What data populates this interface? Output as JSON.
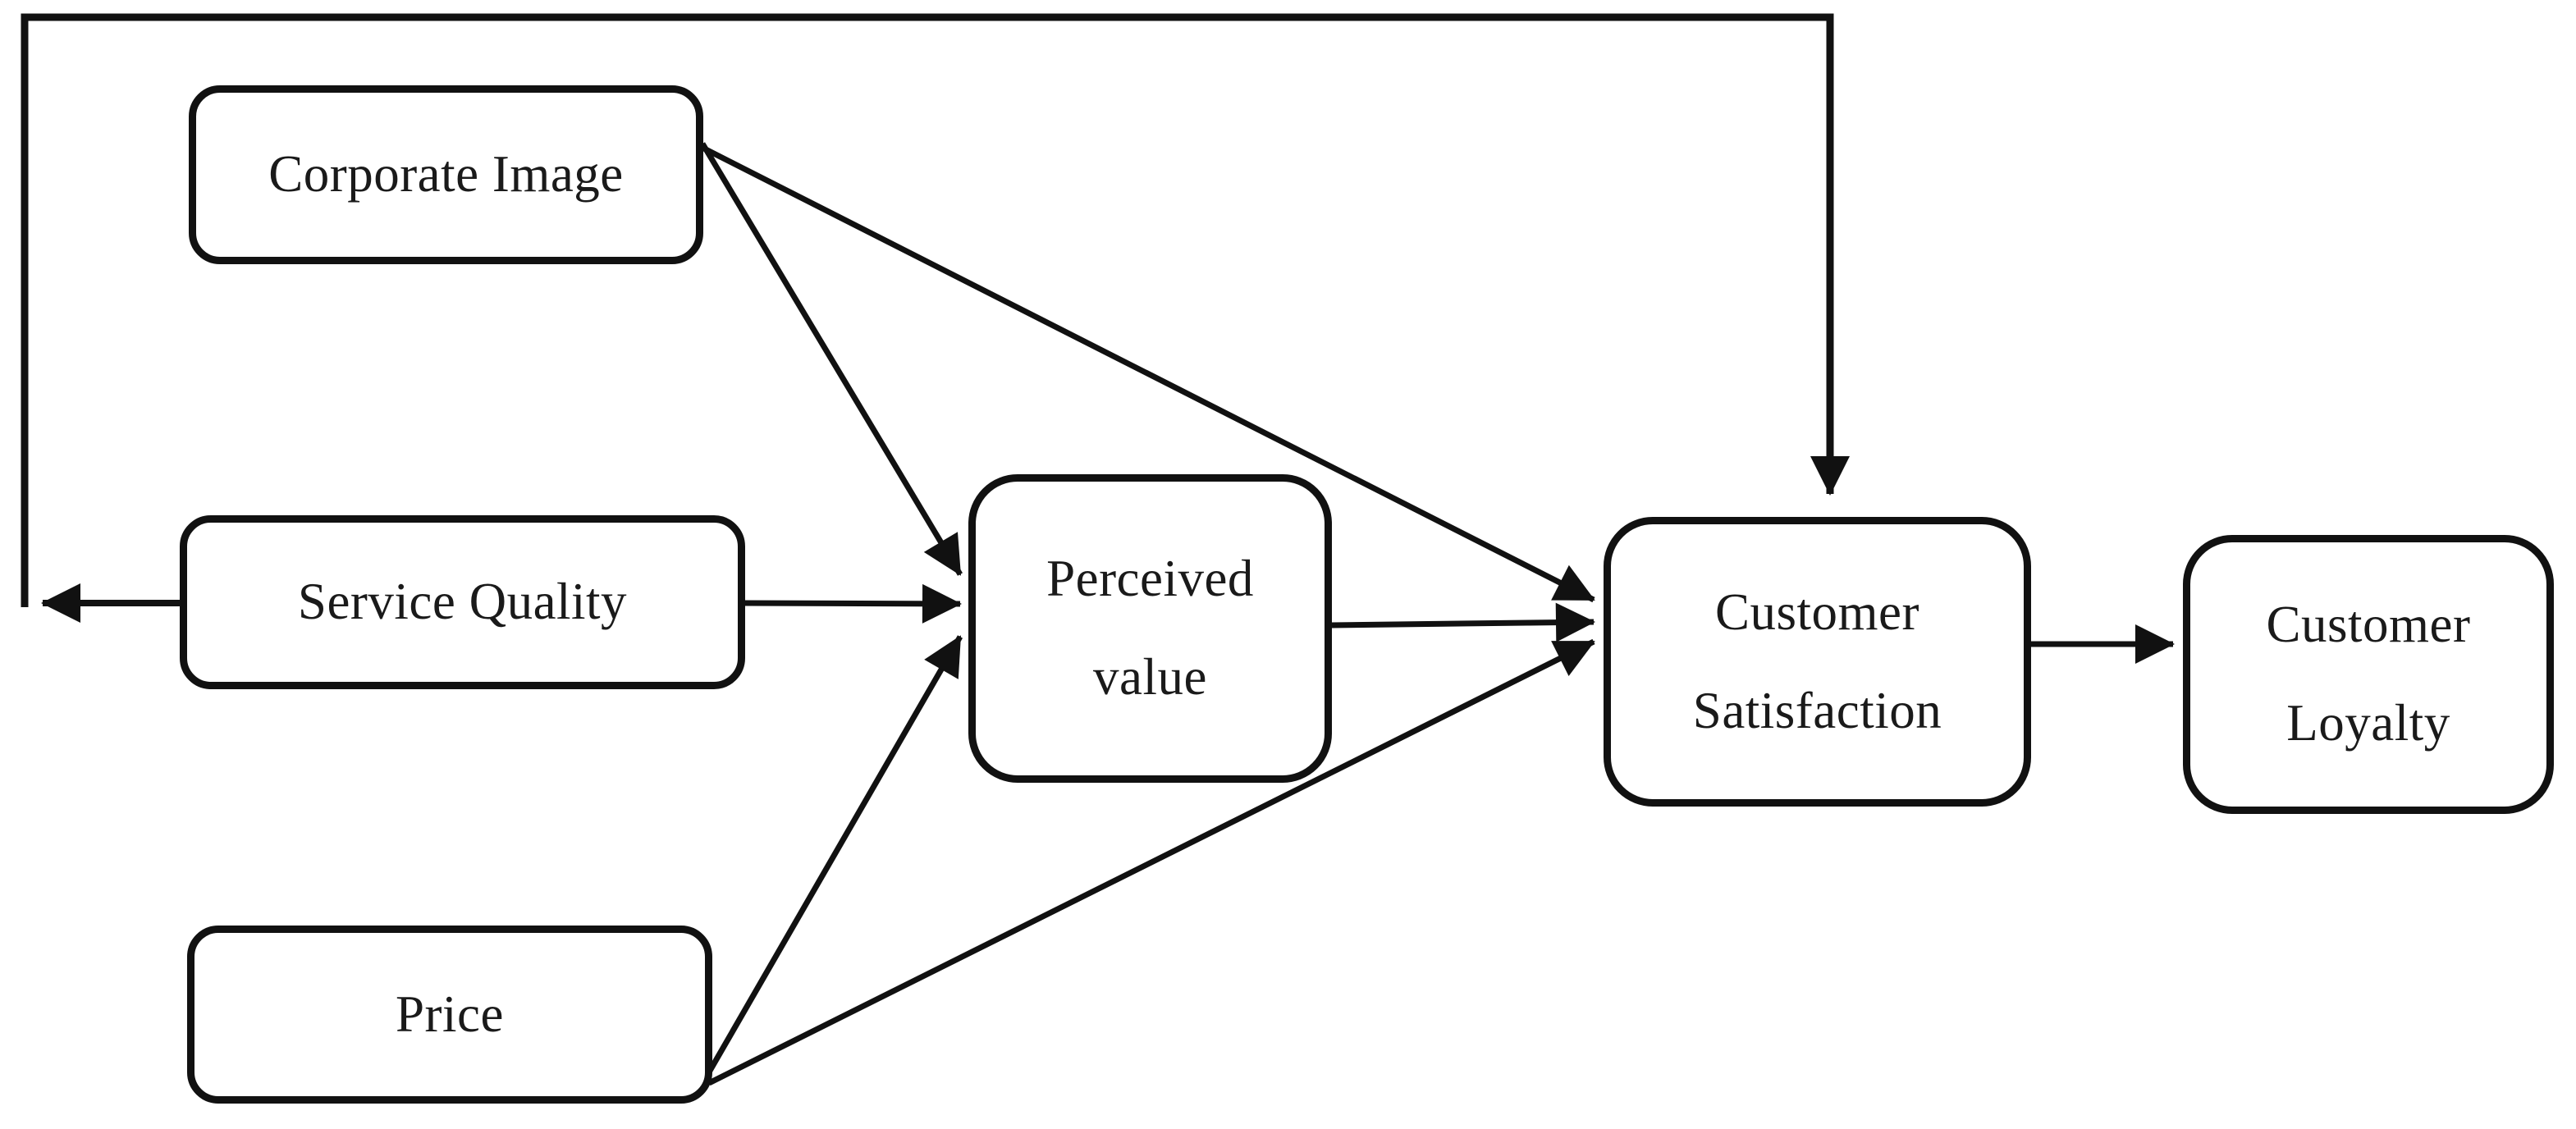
{
  "diagram": {
    "type": "flow-diagram",
    "colors": {
      "background": "#ffffff",
      "line": "#111111",
      "text": "#1a1a1a"
    },
    "boxes": {
      "corporate_image": {
        "label": "Corporate Image"
      },
      "service_quality": {
        "label": "Service Quality"
      },
      "price": {
        "label": "Price"
      },
      "perceived_value": {
        "line1": "Perceived",
        "line2": "value"
      },
      "customer_satisfaction": {
        "line1": "Customer",
        "line2": "Satisfaction"
      },
      "customer_loyalty": {
        "line1": "Customer",
        "line2": "Loyalty"
      }
    },
    "edges": [
      {
        "from": "Corporate Image",
        "to": "Perceived value"
      },
      {
        "from": "Corporate Image",
        "to": "Customer Satisfaction"
      },
      {
        "from": "Service Quality",
        "to": "Perceived value"
      },
      {
        "from": "Price",
        "to": "Perceived value"
      },
      {
        "from": "Price",
        "to": "Customer Satisfaction"
      },
      {
        "from": "Perceived value",
        "to": "Customer Satisfaction"
      },
      {
        "from": "Customer Satisfaction",
        "to": "Customer Loyalty"
      },
      {
        "from": "Service Quality",
        "to": "Customer Satisfaction",
        "route": "feedback loop around top-left"
      }
    ]
  }
}
